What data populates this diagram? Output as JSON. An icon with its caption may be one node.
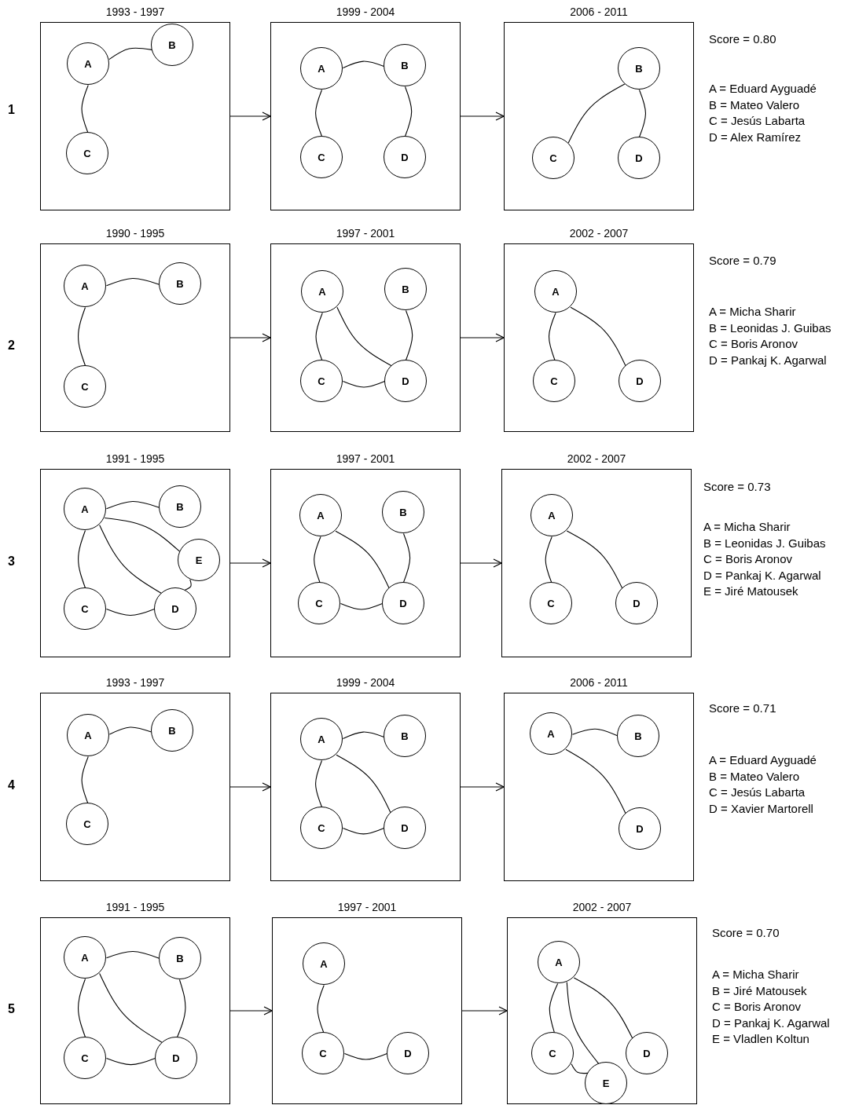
{
  "diagram": {
    "nodes": [
      {
        "text": [
          "1993 - 1997"
        ]
      },
      {
        "text": [
          "A"
        ],
        "in": 0
      },
      {
        "text": [
          "B"
        ],
        "in": 0
      },
      {
        "text": [
          "C"
        ],
        "in": 0
      },
      {
        "text": [
          "1999 - 2004"
        ]
      },
      {
        "text": [
          "A"
        ],
        "in": 4
      },
      {
        "text": [
          "B"
        ],
        "in": 4
      },
      {
        "text": [
          "C"
        ],
        "in": 4
      },
      {
        "text": [
          "D"
        ],
        "in": 4
      },
      {
        "text": [
          "2006 - 2011"
        ]
      },
      {
        "text": [
          "B"
        ],
        "in": 9
      },
      {
        "text": [
          "C"
        ],
        "in": 9
      },
      {
        "text": [
          "D"
        ],
        "in": 9
      },
      {
        "text": [
          "1990 - 1995"
        ]
      },
      {
        "text": [
          "A"
        ],
        "in": 13
      },
      {
        "text": [
          "B"
        ],
        "in": 13
      },
      {
        "text": [
          "C"
        ],
        "in": 13
      },
      {
        "text": [
          "1997 - 2001"
        ]
      },
      {
        "text": [
          "A"
        ],
        "in": 17
      },
      {
        "text": [
          "B"
        ],
        "in": 17
      },
      {
        "text": [
          "C"
        ],
        "in": 17
      },
      {
        "text": [
          "D"
        ],
        "in": 17
      },
      {
        "text": [
          "2002 - 2007"
        ]
      },
      {
        "text": [
          "A"
        ],
        "in": 22
      },
      {
        "text": [
          "C"
        ],
        "in": 22
      },
      {
        "text": [
          "D"
        ],
        "in": 22
      },
      {
        "text": [
          "1991 - 1995"
        ]
      },
      {
        "text": [
          "A"
        ],
        "in": 26
      },
      {
        "text": [
          "B"
        ],
        "in": 26
      },
      {
        "text": [
          "E"
        ],
        "in": 26
      },
      {
        "text": [
          "C"
        ],
        "in": 26
      },
      {
        "text": [
          "D"
        ],
        "in": 26
      },
      {
        "text": [
          "1997 - 2001"
        ]
      },
      {
        "text": [
          "A"
        ],
        "in": 32
      },
      {
        "text": [
          "B"
        ],
        "in": 32
      },
      {
        "text": [
          "C"
        ],
        "in": 32
      },
      {
        "text": [
          "D"
        ],
        "in": 32
      },
      {
        "text": [
          "2002 - 2007"
        ]
      },
      {
        "text": [
          "A"
        ],
        "in": 37
      },
      {
        "text": [
          "C"
        ],
        "in": 37
      },
      {
        "text": [
          "D"
        ],
        "in": 37
      },
      {
        "text": [
          "1993 - 1997"
        ]
      },
      {
        "text": [
          "A"
        ],
        "in": 41
      },
      {
        "text": [
          "B"
        ],
        "in": 41
      },
      {
        "text": [
          "C"
        ],
        "in": 41
      },
      {
        "text": [
          "1999 - 2004"
        ]
      },
      {
        "text": [
          "A"
        ],
        "in": 45
      },
      {
        "text": [
          "B"
        ],
        "in": 45
      },
      {
        "text": [
          "C"
        ],
        "in": 45
      },
      {
        "text": [
          "D"
        ],
        "in": 45
      },
      {
        "text": [
          "2006 - 2011"
        ]
      },
      {
        "text": [
          "A"
        ],
        "in": 50
      },
      {
        "text": [
          "B"
        ],
        "in": 50
      },
      {
        "text": [
          "D"
        ],
        "in": 50
      },
      {
        "text": [
          "1991 - 1995"
        ]
      },
      {
        "text": [
          "A"
        ],
        "in": 54
      },
      {
        "text": [
          "B"
        ],
        "in": 54
      },
      {
        "text": [
          "C"
        ],
        "in": 54
      },
      {
        "text": [
          "D"
        ],
        "in": 54
      },
      {
        "text": [
          "1997 - 2001"
        ]
      },
      {
        "text": [
          "A"
        ],
        "in": 59
      },
      {
        "text": [
          "C"
        ],
        "in": 59
      },
      {
        "text": [
          "D"
        ],
        "in": 59
      },
      {
        "text": [
          "2002 - 2007"
        ]
      },
      {
        "text": [
          "A"
        ],
        "in": 63
      },
      {
        "text": [
          "C"
        ],
        "in": 63
      },
      {
        "text": [
          "D"
        ],
        "in": 63
      },
      {
        "text": [
          "E"
        ],
        "in": 63
      }
    ],
    "edges": [
      {
        "from": 1,
        "to": 2,
        "arrow": "none"
      },
      {
        "from": 1,
        "to": 3,
        "arrow": "none"
      },
      {
        "from": 0,
        "to": 4,
        "arrow": "to"
      },
      {
        "from": 5,
        "to": 6,
        "arrow": "none"
      },
      {
        "from": 5,
        "to": 7,
        "arrow": "none"
      },
      {
        "from": 6,
        "to": 8,
        "arrow": "none"
      },
      {
        "from": 4,
        "to": 9,
        "arrow": "to"
      },
      {
        "from": 10,
        "to": 11,
        "arrow": "none"
      },
      {
        "from": 10,
        "to": 12,
        "arrow": "none"
      },
      {
        "from": 14,
        "to": 15,
        "arrow": "none"
      },
      {
        "from": 14,
        "to": 16,
        "arrow": "none"
      },
      {
        "from": 13,
        "to": 17,
        "arrow": "to"
      },
      {
        "from": 18,
        "to": 20,
        "arrow": "none"
      },
      {
        "from": 18,
        "to": 21,
        "arrow": "none"
      },
      {
        "from": 19,
        "to": 21,
        "arrow": "none"
      },
      {
        "from": 20,
        "to": 21,
        "arrow": "none"
      },
      {
        "from": 17,
        "to": 22,
        "arrow": "to"
      },
      {
        "from": 23,
        "to": 24,
        "arrow": "none"
      },
      {
        "from": 23,
        "to": 25,
        "arrow": "none"
      },
      {
        "from": 27,
        "to": 28,
        "arrow": "none"
      },
      {
        "from": 27,
        "to": 30,
        "arrow": "none"
      },
      {
        "from": 27,
        "to": 31,
        "arrow": "none"
      },
      {
        "from": 27,
        "to": 29,
        "arrow": "none"
      },
      {
        "from": 30,
        "to": 31,
        "arrow": "none"
      },
      {
        "from": 29,
        "to": 31,
        "arrow": "none"
      },
      {
        "from": 26,
        "to": 32,
        "arrow": "to"
      },
      {
        "from": 33,
        "to": 35,
        "arrow": "none"
      },
      {
        "from": 33,
        "to": 36,
        "arrow": "none"
      },
      {
        "from": 34,
        "to": 36,
        "arrow": "none"
      },
      {
        "from": 35,
        "to": 36,
        "arrow": "none"
      },
      {
        "from": 32,
        "to": 37,
        "arrow": "to"
      },
      {
        "from": 38,
        "to": 39,
        "arrow": "none"
      },
      {
        "from": 38,
        "to": 40,
        "arrow": "none"
      },
      {
        "from": 42,
        "to": 43,
        "arrow": "none"
      },
      {
        "from": 42,
        "to": 44,
        "arrow": "none"
      },
      {
        "from": 41,
        "to": 45,
        "arrow": "to"
      },
      {
        "from": 46,
        "to": 47,
        "arrow": "none"
      },
      {
        "from": 46,
        "to": 48,
        "arrow": "none"
      },
      {
        "from": 46,
        "to": 49,
        "arrow": "none"
      },
      {
        "from": 48,
        "to": 49,
        "arrow": "none"
      },
      {
        "from": 45,
        "to": 50,
        "arrow": "to"
      },
      {
        "from": 51,
        "to": 52,
        "arrow": "none"
      },
      {
        "from": 51,
        "to": 53,
        "arrow": "none"
      },
      {
        "from": 55,
        "to": 56,
        "arrow": "none"
      },
      {
        "from": 55,
        "to": 57,
        "arrow": "none"
      },
      {
        "from": 55,
        "to": 58,
        "arrow": "none"
      },
      {
        "from": 56,
        "to": 58,
        "arrow": "none"
      },
      {
        "from": 57,
        "to": 58,
        "arrow": "none"
      },
      {
        "from": 54,
        "to": 59,
        "arrow": "to"
      },
      {
        "from": 60,
        "to": 61,
        "arrow": "none"
      },
      {
        "from": 61,
        "to": 62,
        "arrow": "none"
      },
      {
        "from": 59,
        "to": 63,
        "arrow": "to"
      },
      {
        "from": 64,
        "to": 65,
        "arrow": "none"
      },
      {
        "from": 64,
        "to": 66,
        "arrow": "none"
      },
      {
        "from": 64,
        "to": 67,
        "arrow": "none"
      },
      {
        "from": 65,
        "to": 67,
        "arrow": "none"
      }
    ],
    "labels": [
      "1",
      "Score = 0.80",
      "A = Eduard Ayguadé",
      "B = Mateo Valero",
      "C = Jesús Labarta",
      "D = Alex Ramírez",
      "2",
      "Score = 0.79",
      "A = Micha Sharir",
      "B = Leonidas J. Guibas",
      "C = Boris Aronov",
      "D = Pankaj K. Agarwal",
      "3",
      "Score = 0.73",
      "A = Micha Sharir",
      "B = Leonidas J. Guibas",
      "C = Boris Aronov",
      "D = Pankaj K. Agarwal",
      "E = Jiré Matousek",
      "4",
      "Score = 0.71",
      "A = Eduard Ayguadé",
      "B = Mateo Valero",
      "C = Jesús Labarta",
      "D = Xavier Martorell",
      "5",
      "Score = 0.70",
      "A = Micha Sharir",
      "B = Jiré Matousek",
      "C = Boris Aronov",
      "D = Pankaj K. Agarwal",
      "E = Vladlen Koltun"
    ]
  }
}
